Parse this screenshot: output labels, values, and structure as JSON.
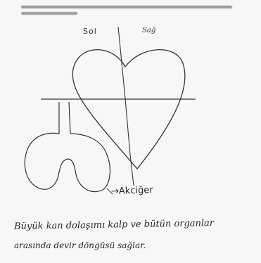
{
  "labels": {
    "left": "Sol",
    "right": "Sağ",
    "organ": "→Akciğer"
  },
  "answer": {
    "line1": "Büyük kan dolaşımı kalp ve bütün organlar",
    "line2": "arasında devir döngüsü sağlar."
  }
}
